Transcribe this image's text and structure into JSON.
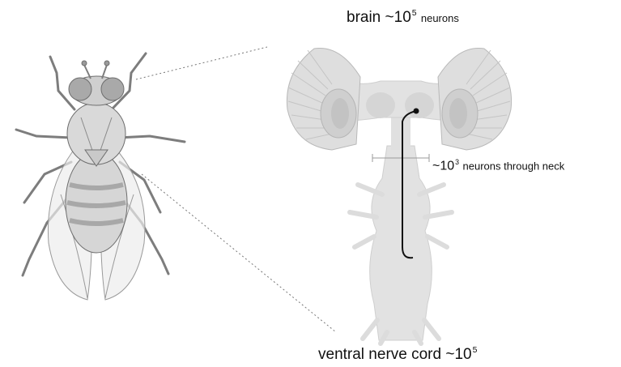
{
  "labels": {
    "brain": {
      "name": "brain",
      "prefix": "~10",
      "exponent": "5",
      "suffix": "neurons"
    },
    "neck": {
      "prefix": "~10",
      "exponent": "3",
      "suffix": "neurons through neck"
    },
    "vnc": {
      "name": "ventral nerve cord",
      "prefix": "~10",
      "exponent": "5"
    }
  },
  "colors": {
    "tissue": "#e2e2e2",
    "tissue_mid": "#d3d3d3",
    "tissue_dark": "#c6c6c6",
    "outline": "#7a7a7a",
    "fly_body": "#dcdcdc",
    "fly_dark": "#9a9a9a",
    "neuron": "#111111"
  }
}
